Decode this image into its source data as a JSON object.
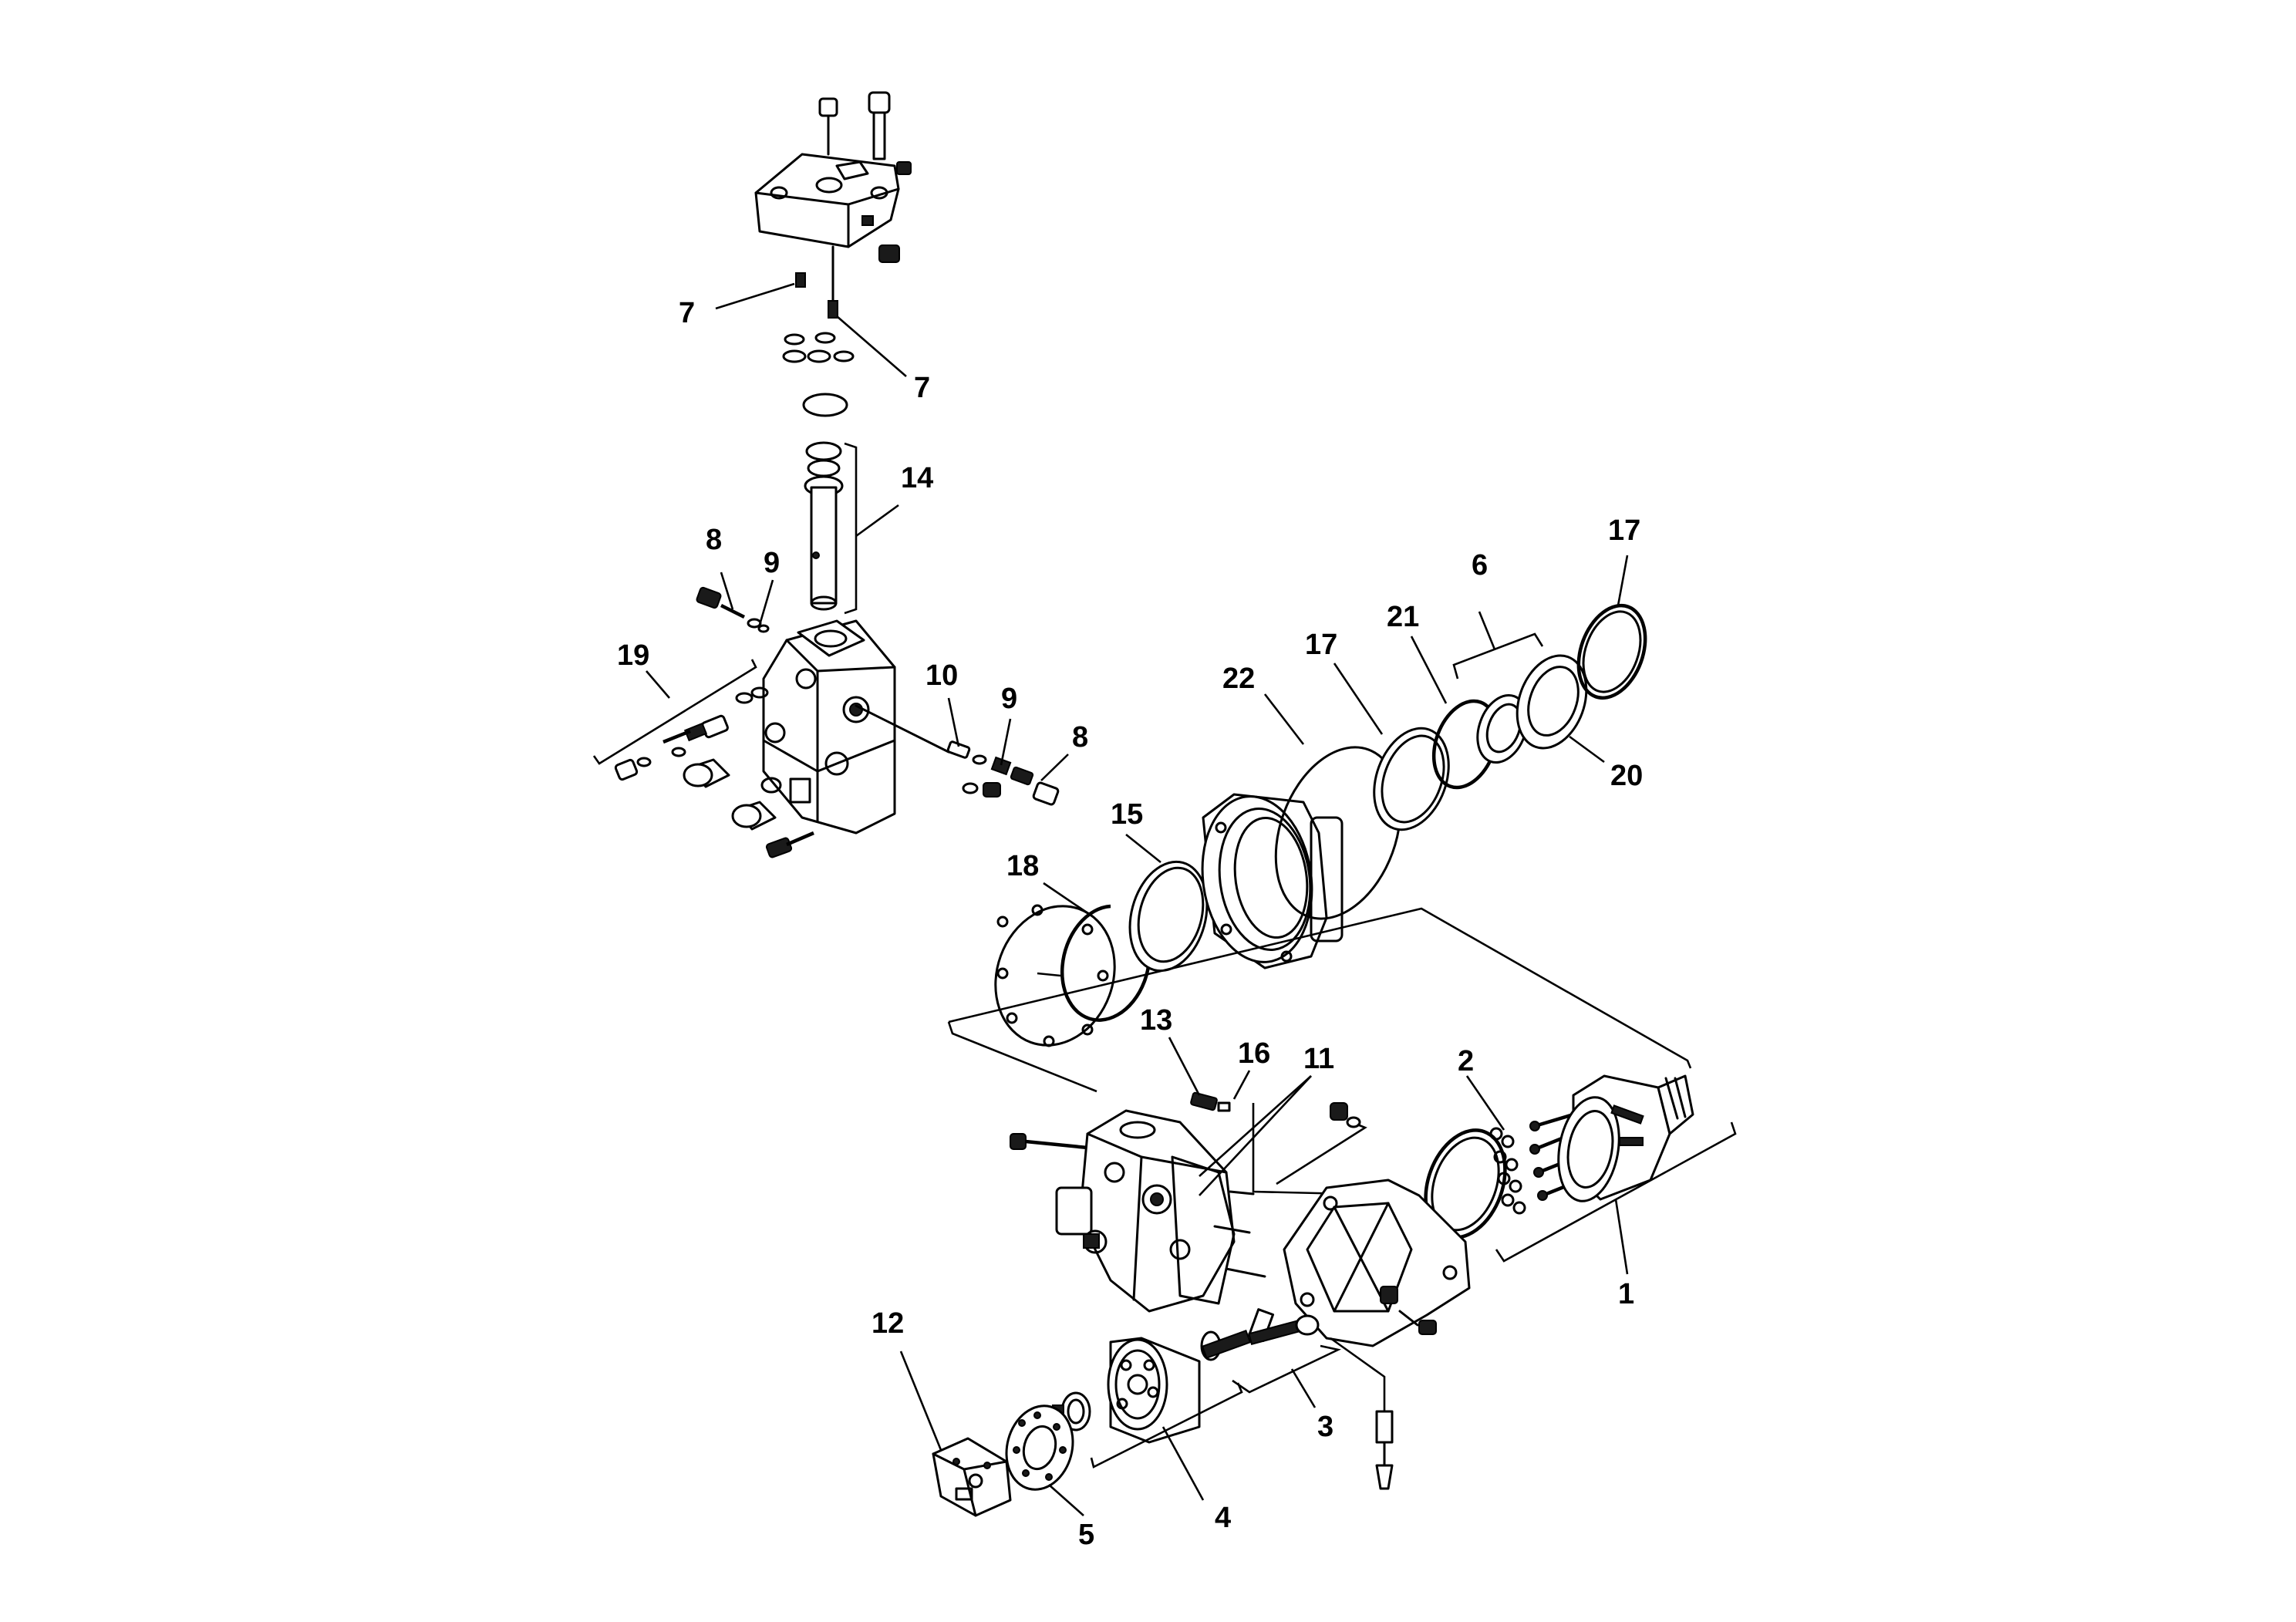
{
  "diagram": {
    "callouts": {
      "c1": "1",
      "c2": "2",
      "c3": "3",
      "c4": "4",
      "c5": "5",
      "c6": "6",
      "c7a": "7",
      "c7b": "7",
      "c8a": "8",
      "c8b": "8",
      "c9a": "9",
      "c9b": "9",
      "c10": "10",
      "c11": "11",
      "c12": "12",
      "c13": "13",
      "c14": "14",
      "c15": "15",
      "c16": "16",
      "c17a": "17",
      "c17b": "17",
      "c18": "18",
      "c19": "19",
      "c20": "20",
      "c21": "21",
      "c22": "22"
    }
  }
}
